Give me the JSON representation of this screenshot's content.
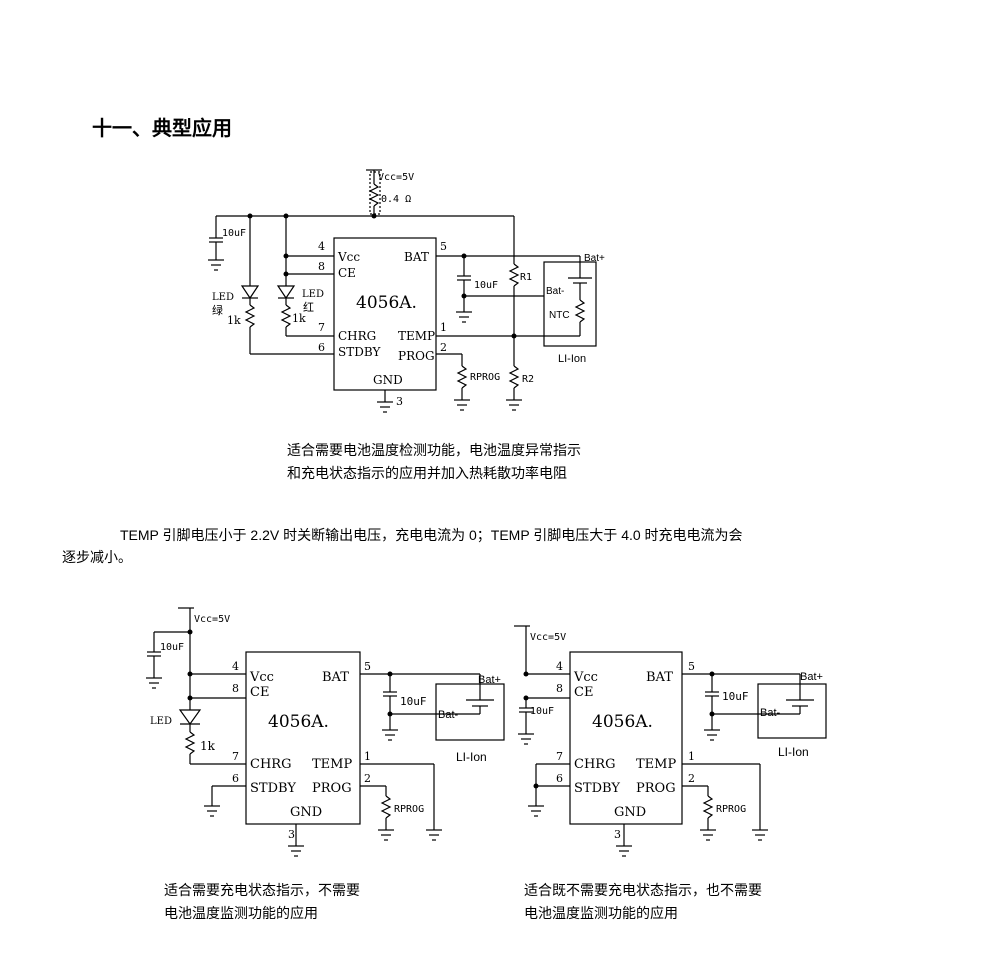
{
  "heading": "十一、典型应用",
  "chip": {
    "name": "4056A.",
    "pins": {
      "vcc": "Vcc",
      "ce": "CE",
      "chrg": "CHRG",
      "stdby": "STDBY",
      "bat": "BAT",
      "temp": "TEMP",
      "prog": "PROG",
      "gnd": "GND"
    },
    "pin_numbers": {
      "vcc": "4",
      "ce": "8",
      "chrg": "7",
      "stdby": "6",
      "bat": "5",
      "temp": "1",
      "prog": "2",
      "gnd": "3"
    }
  },
  "labels": {
    "vcc_supply": "Vcc=5V",
    "resistor_04": "0.4 Ω",
    "cap_10uf": "10uF",
    "led": "LED",
    "led_green": "绿",
    "led_red": "红",
    "r_1k": "1k",
    "r1": "R1",
    "r2": "R2",
    "rprog": "RPROG",
    "bat_plus": "Bat+",
    "bat_minus": "Bat-",
    "ntc": "NTC",
    "li_ion": "LI-Ion"
  },
  "captions": {
    "fig1_line1": "适合需要电池温度检测功能，电池温度异常指示",
    "fig1_line2": "和充电状态指示的应用并加入热耗散功率电阻",
    "fig2_line1": "适合需要充电状态指示，不需要",
    "fig2_line2": "电池温度监测功能的应用",
    "fig3_line1": "适合既不需要充电状态指示，也不需要",
    "fig3_line2": "电池温度监测功能的应用"
  },
  "paragraph": {
    "line1": "TEMP 引脚电压小于 2.2V 时关断输出电压，充电电流为 0；TEMP 引脚电压大于 4.0 时充电电流为会",
    "line2": "逐步减小。"
  }
}
